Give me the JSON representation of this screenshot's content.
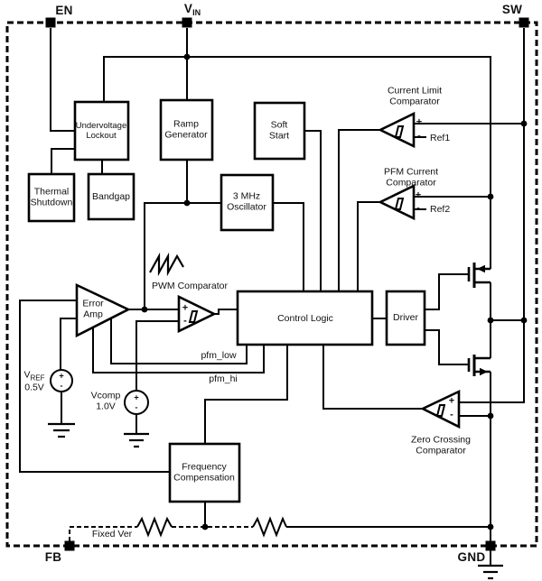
{
  "colors": {
    "line": "#000000",
    "background": "#ffffff"
  },
  "pins": {
    "en": "EN",
    "vin_base": "V",
    "vin_sub": "IN",
    "sw": "SW",
    "fb": "FB",
    "gnd": "GND"
  },
  "blocks": {
    "undervoltage_lockout": "Undervoltage\nLockout",
    "thermal_shutdown": "Thermal\nShutdown",
    "bandgap": "Bandgap",
    "ramp_generator": "Ramp\nGenerator",
    "soft_start": "Soft\nStart",
    "oscillator": "3 MHz\nOscillator",
    "control_logic": "Control Logic",
    "driver": "Driver",
    "frequency_compensation": "Frequency\nCompensation"
  },
  "amplifiers": {
    "error_amp": "Error\nAmp",
    "pwm_comparator": "PWM Comparator",
    "current_limit_comparator": "Current Limit\nComparator",
    "pfm_current_comparator": "PFM Current\nComparator",
    "zero_crossing_comparator": "Zero Crossing\nComparator"
  },
  "references": {
    "ref1": "Ref1",
    "ref2": "Ref2"
  },
  "sources": {
    "vref_base": "V",
    "vref_sub": "REF",
    "vref_value": "0.5V",
    "vcomp_name": "Vcomp",
    "vcomp_value": "1.0V"
  },
  "signals": {
    "pfm_low": "pfm_low",
    "pfm_hi": "pfm_hi",
    "fixed_ver": "Fixed Ver"
  },
  "marks": {
    "plus": "+",
    "minus": "-"
  }
}
